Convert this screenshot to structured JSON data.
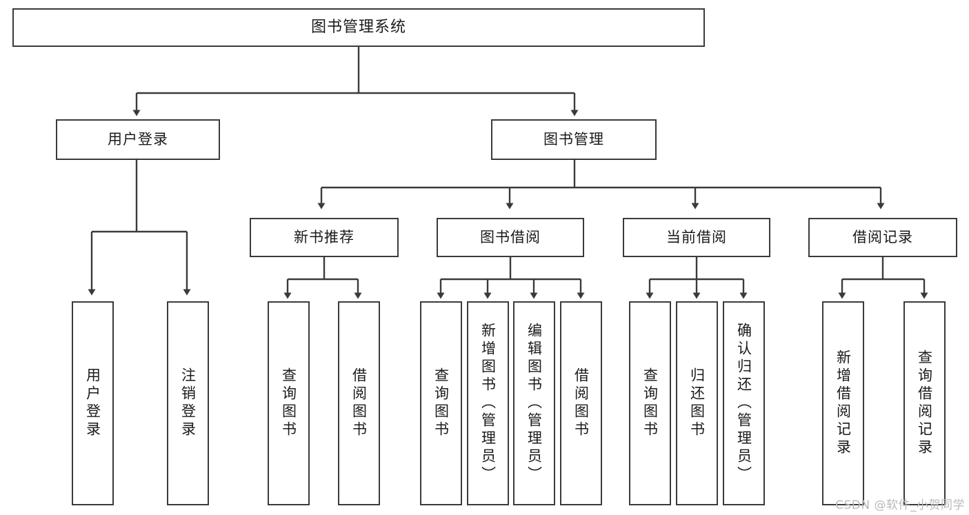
{
  "diagram": {
    "title": "图书管理系统",
    "type": "tree-hierarchy-diagram",
    "style": {
      "box_border_color": "#3a3a3a",
      "box_fill_color": "#ffffff",
      "connector_color": "#3a3a3a",
      "text_color": "#1a1a1a",
      "background": "#ffffff"
    },
    "root": {
      "label": "图书管理系统"
    },
    "level1": [
      {
        "label": "用户登录"
      },
      {
        "label": "图书管理"
      }
    ],
    "level2": [
      {
        "label": "新书推荐"
      },
      {
        "label": "图书借阅"
      },
      {
        "label": "当前借阅"
      },
      {
        "label": "借阅记录"
      }
    ],
    "leaves": {
      "user_login": [
        {
          "label": "用户登录"
        },
        {
          "label": "注销登录"
        }
      ],
      "new_book_recommend": [
        {
          "label": "查询图书"
        },
        {
          "label": "借阅图书"
        }
      ],
      "book_borrow": [
        {
          "label": "查询图书"
        },
        {
          "label": "新增图书（管理员）"
        },
        {
          "label": "编辑图书（管理员）"
        },
        {
          "label": "借阅图书"
        }
      ],
      "current_borrow": [
        {
          "label": "查询图书"
        },
        {
          "label": "归还图书"
        },
        {
          "label": "确认归还（管理员）"
        }
      ],
      "borrow_record": [
        {
          "label": "新增借阅记录"
        },
        {
          "label": "查询借阅记录"
        }
      ]
    }
  },
  "watermark": {
    "text": "CSDN @软件_小贺同学"
  }
}
